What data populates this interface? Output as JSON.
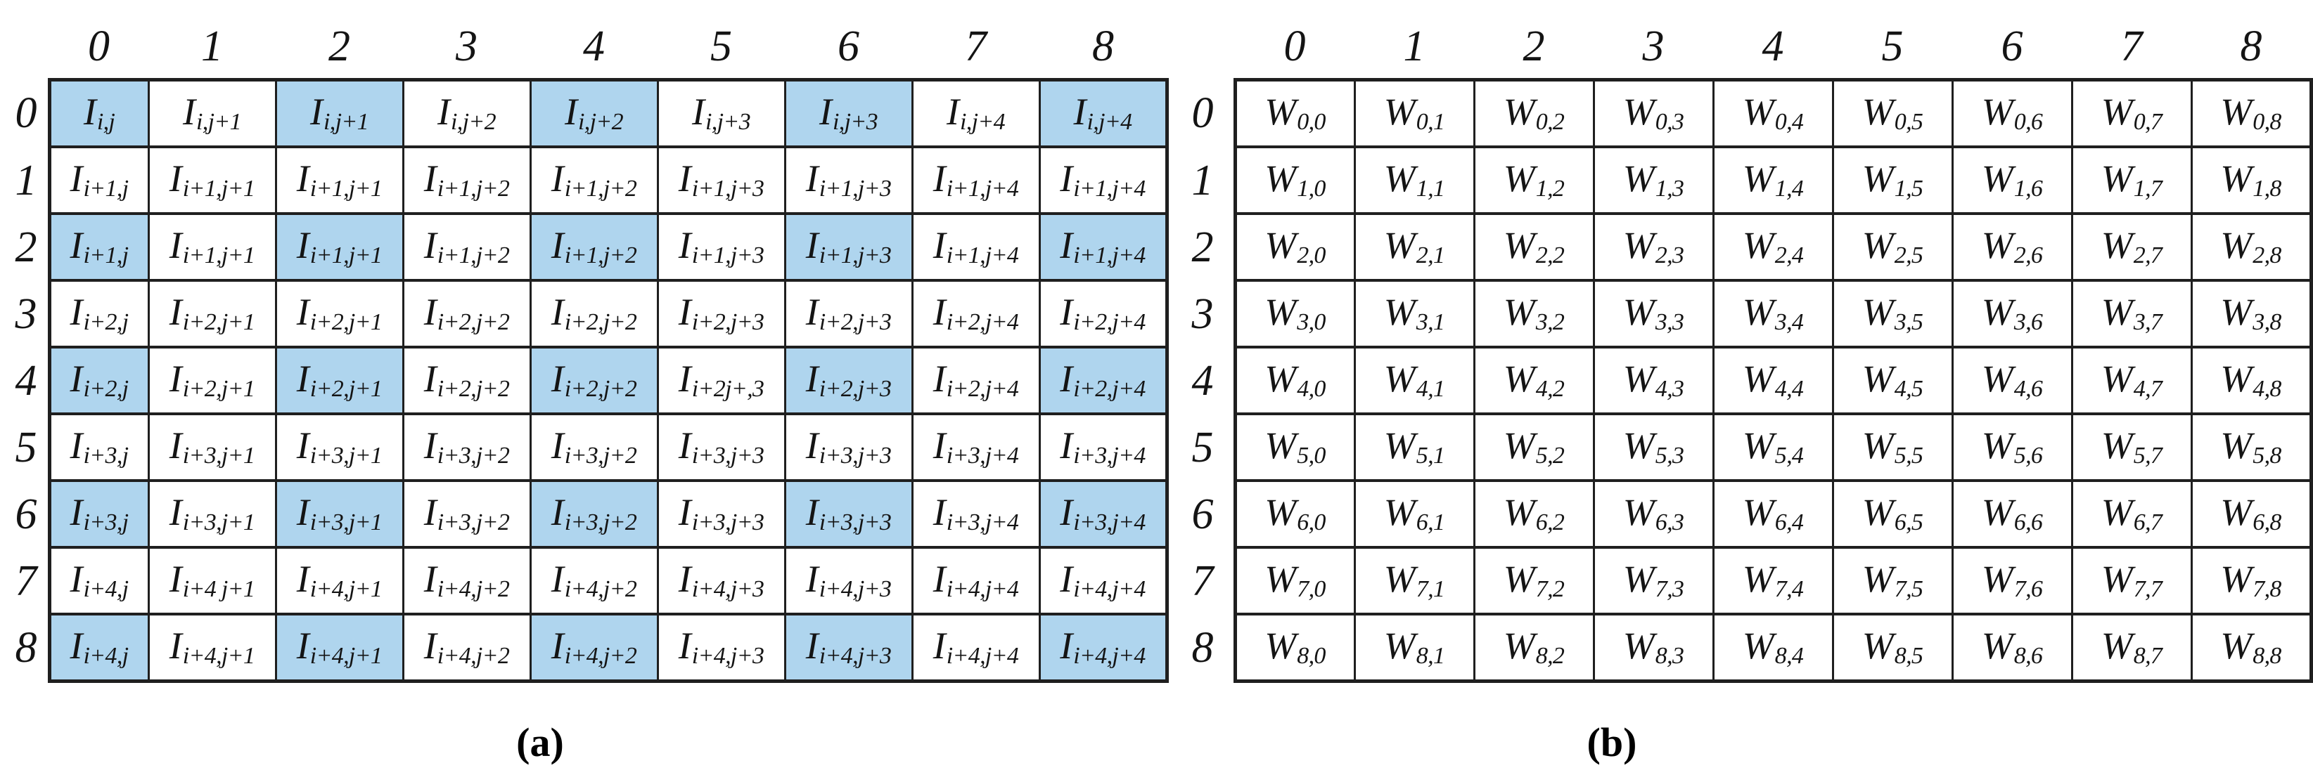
{
  "figure": {
    "caption_a": "(a)",
    "caption_b": "(b)"
  },
  "colors": {
    "highlight": "#AFD5EE",
    "grid_line": "#1f1f1f",
    "text": "#141414",
    "background": "#ffffff"
  },
  "panels": {
    "a": {
      "base": "I",
      "col_headers": [
        "0",
        "1",
        "2",
        "3",
        "4",
        "5",
        "6",
        "7",
        "8"
      ],
      "row_headers": [
        "0",
        "1",
        "2",
        "3",
        "4",
        "5",
        "6",
        "7",
        "8"
      ],
      "cells": [
        [
          "i,j",
          "i,j+1",
          "i,j+1",
          "i,j+2",
          "i,j+2",
          "i,j+3",
          "i,j+3",
          "i,j+4",
          "i,j+4"
        ],
        [
          "i+1,j",
          "i+1,j+1",
          "i+1,j+1",
          "i+1,j+2",
          "i+1,j+2",
          "i+1,j+3",
          "i+1,j+3",
          "i+1,j+4",
          "i+1,j+4"
        ],
        [
          "i+1,j",
          "i+1,j+1",
          "i+1,j+1",
          "i+1,j+2",
          "i+1,j+2",
          "i+1,j+3",
          "i+1,j+3",
          "i+1,j+4",
          "i+1,j+4"
        ],
        [
          "i+2,j",
          "i+2,j+1",
          "i+2,j+1",
          "i+2,j+2",
          "i+2,j+2",
          "i+2,j+3",
          "i+2,j+3",
          "i+2,j+4",
          "i+2,j+4"
        ],
        [
          "i+2,j",
          "i+2,j+1",
          "i+2,j+1",
          "i+2,j+2",
          "i+2,j+2",
          "i+2j+,3",
          "i+2,j+3",
          "i+2,j+4",
          "i+2,j+4"
        ],
        [
          "i+3,j",
          "i+3,j+1",
          "i+3,j+1",
          "i+3,j+2",
          "i+3,j+2",
          "i+3,j+3",
          "i+3,j+3",
          "i+3,j+4",
          "i+3,j+4"
        ],
        [
          "i+3,j",
          "i+3,j+1",
          "i+3,j+1",
          "i+3,j+2",
          "i+3,j+2",
          "i+3,j+3",
          "i+3,j+3",
          "i+3,j+4",
          "i+3,j+4"
        ],
        [
          "i+4,j",
          "i+4 j+1",
          "i+4,j+1",
          "i+4,j+2",
          "i+4,j+2",
          "i+4,j+3",
          "i+4,j+3",
          "i+4,j+4",
          "i+4,j+4"
        ],
        [
          "i+4,j",
          "i+4,j+1",
          "i+4,j+1",
          "i+4,j+2",
          "i+4,j+2",
          "i+4,j+3",
          "i+4,j+3",
          "i+4,j+4",
          "i+4,j+4"
        ]
      ],
      "highlight": [
        [
          1,
          0,
          1,
          0,
          1,
          0,
          1,
          0,
          1
        ],
        [
          0,
          0,
          0,
          0,
          0,
          0,
          0,
          0,
          0
        ],
        [
          1,
          0,
          1,
          0,
          1,
          0,
          1,
          0,
          1
        ],
        [
          0,
          0,
          0,
          0,
          0,
          0,
          0,
          0,
          0
        ],
        [
          1,
          0,
          1,
          0,
          1,
          0,
          1,
          0,
          1
        ],
        [
          0,
          0,
          0,
          0,
          0,
          0,
          0,
          0,
          0
        ],
        [
          1,
          0,
          1,
          0,
          1,
          0,
          1,
          0,
          1
        ],
        [
          0,
          0,
          0,
          0,
          0,
          0,
          0,
          0,
          0
        ],
        [
          1,
          0,
          1,
          0,
          1,
          0,
          1,
          0,
          1
        ]
      ]
    },
    "b": {
      "base": "W",
      "col_headers": [
        "0",
        "1",
        "2",
        "3",
        "4",
        "5",
        "6",
        "7",
        "8"
      ],
      "row_headers": [
        "0",
        "1",
        "2",
        "3",
        "4",
        "5",
        "6",
        "7",
        "8"
      ],
      "cells": [
        [
          "0,0",
          "0,1",
          "0,2",
          "0,3",
          "0,4",
          "0,5",
          "0,6",
          "0,7",
          "0,8"
        ],
        [
          "1,0",
          "1,1",
          "1,2",
          "1,3",
          "1,4",
          "1,5",
          "1,6",
          "1,7",
          "1,8"
        ],
        [
          "2,0",
          "2,1",
          "2,2",
          "2,3",
          "2,4",
          "2,5",
          "2,6",
          "2,7",
          "2,8"
        ],
        [
          "3,0",
          "3,1",
          "3,2",
          "3,3",
          "3,4",
          "3,5",
          "3,6",
          "3,7",
          "3,8"
        ],
        [
          "4,0",
          "4,1",
          "4,2",
          "4,3",
          "4,4",
          "4,5",
          "4,6",
          "4,7",
          "4,8"
        ],
        [
          "5,0",
          "5,1",
          "5,2",
          "5,3",
          "5,4",
          "5,5",
          "5,6",
          "5,7",
          "5,8"
        ],
        [
          "6,0",
          "6,1",
          "6,2",
          "6,3",
          "6,4",
          "6,5",
          "6,6",
          "6,7",
          "6,8"
        ],
        [
          "7,0",
          "7,1",
          "7,2",
          "7,3",
          "7,4",
          "7,5",
          "7,6",
          "7,7",
          "7,8"
        ],
        [
          "8,0",
          "8,1",
          "8,2",
          "8,3",
          "8,4",
          "8,5",
          "8,6",
          "8,7",
          "8,8"
        ]
      ]
    }
  },
  "column_widths": {
    "a_gutter": 70,
    "a_first_col": 141,
    "a_col": 181,
    "b_gutter": 136,
    "b_col": 170
  }
}
